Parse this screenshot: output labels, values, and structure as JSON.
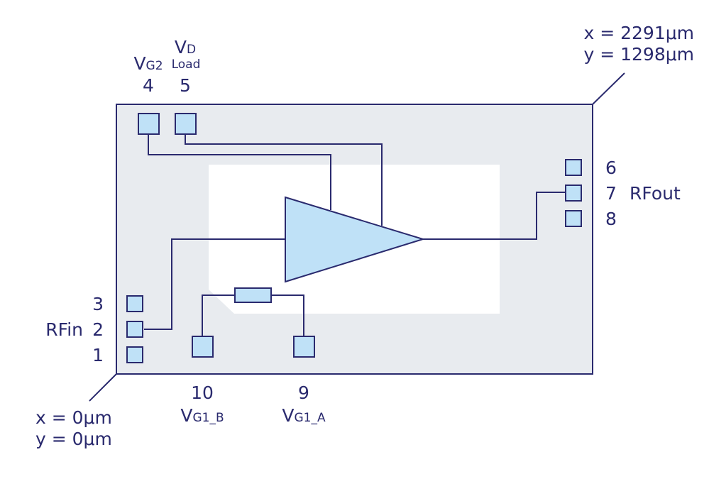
{
  "colors": {
    "ink": "#2a2a6e",
    "die_fill": "#e8ebef",
    "inner_fill": "#ffffff",
    "pad_fill": "#bfe1f7",
    "amp_fill": "#bfe1f7"
  },
  "coords": {
    "origin": {
      "x": "x = 0μm",
      "y": "y = 0μm"
    },
    "corner": {
      "x": "x = 2291μm",
      "y": "y = 1298μm"
    }
  },
  "pins": {
    "p1": {
      "num": "1"
    },
    "p2": {
      "num": "2",
      "name": "RFin"
    },
    "p3": {
      "num": "3"
    },
    "p4": {
      "num": "4",
      "name_main": "V",
      "name_sub": "G2"
    },
    "p5": {
      "num": "5",
      "name_main": "V",
      "name_sub1": "D",
      "name_sub2": "Load"
    },
    "p6": {
      "num": "6"
    },
    "p7": {
      "num": "7",
      "name": "RFout"
    },
    "p8": {
      "num": "8"
    },
    "p9": {
      "num": "9",
      "name_main": "V",
      "name_sub": "G1_A"
    },
    "p10": {
      "num": "10",
      "name_main": "V",
      "name_sub": "G1_B"
    }
  }
}
